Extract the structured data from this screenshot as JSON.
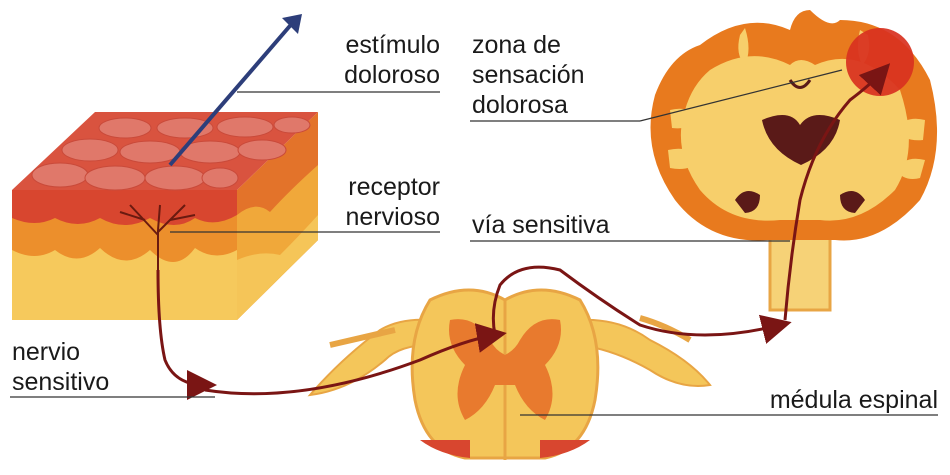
{
  "labels": {
    "estimulo": {
      "line1": "estímulo",
      "line2": "doloroso"
    },
    "zona": {
      "line1": "zona de",
      "line2": "sensación",
      "line3": "dolorosa"
    },
    "receptor": {
      "line1": "receptor",
      "line2": "nervioso"
    },
    "via": {
      "line1": "vía sensitiva"
    },
    "nervio": {
      "line1": "nervio",
      "line2": "sensitivo"
    },
    "medula": {
      "line1": "médula espinal"
    }
  },
  "colors": {
    "skin_top": "#d94e3c",
    "skin_mid": "#e8862a",
    "skin_bottom": "#f4c65a",
    "brain_outer": "#e87a1e",
    "brain_inner": "#f7cf6b",
    "pain_zone": "#d8311f",
    "ventricle": "#5a1a18",
    "pathway": "#7a1514",
    "needle": "#2d3e7a",
    "leader_line": "#333333"
  },
  "icons": {
    "needle": "needle-icon",
    "brain": "brain-section-icon",
    "spinal_cord": "spinal-cord-section-icon",
    "skin": "skin-block-icon"
  }
}
